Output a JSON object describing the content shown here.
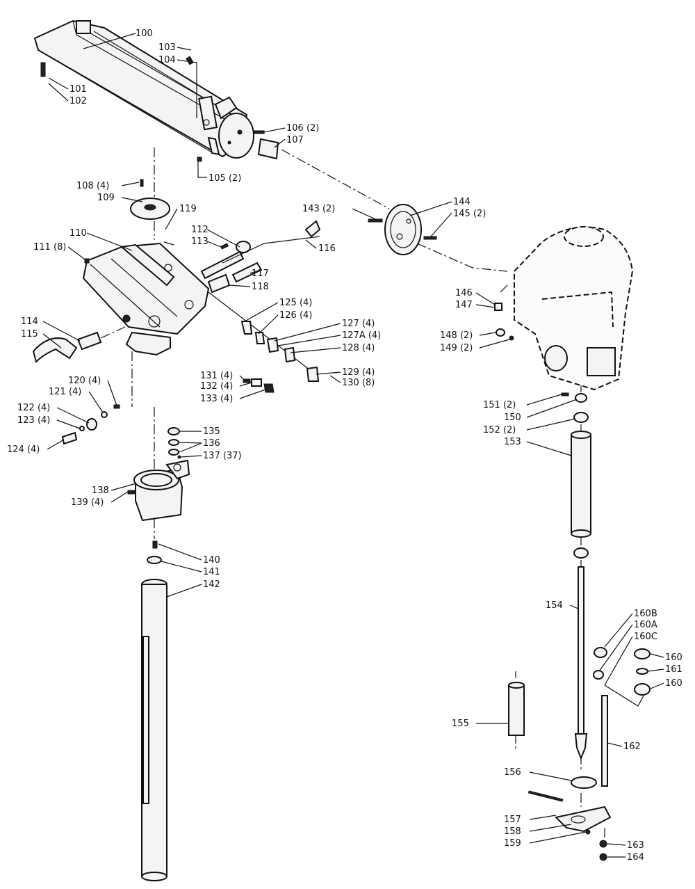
{
  "diagram": {
    "type": "exploded-parts-diagram",
    "callouts": [
      {
        "id": "c100",
        "text": "100"
      },
      {
        "id": "c103",
        "text": "103"
      },
      {
        "id": "c104",
        "text": "104"
      },
      {
        "id": "c101",
        "text": "101"
      },
      {
        "id": "c102",
        "text": "102"
      },
      {
        "id": "c106",
        "text": "106 (2)"
      },
      {
        "id": "c107",
        "text": "107"
      },
      {
        "id": "c105",
        "text": "105 (2)"
      },
      {
        "id": "c108",
        "text": "108 (4)"
      },
      {
        "id": "c109",
        "text": "109"
      },
      {
        "id": "c119",
        "text": "119"
      },
      {
        "id": "c110",
        "text": "110"
      },
      {
        "id": "c111",
        "text": "111 (8)"
      },
      {
        "id": "c112",
        "text": "112"
      },
      {
        "id": "c113",
        "text": "113"
      },
      {
        "id": "c116",
        "text": "116"
      },
      {
        "id": "c117",
        "text": "117"
      },
      {
        "id": "c118",
        "text": "118"
      },
      {
        "id": "c143",
        "text": "143 (2)"
      },
      {
        "id": "c144",
        "text": "144"
      },
      {
        "id": "c145",
        "text": "145 (2)"
      },
      {
        "id": "c114",
        "text": "114"
      },
      {
        "id": "c115",
        "text": "115"
      },
      {
        "id": "c125",
        "text": "125 (4)"
      },
      {
        "id": "c126",
        "text": "126 (4)"
      },
      {
        "id": "c127",
        "text": "127 (4)"
      },
      {
        "id": "c127a",
        "text": "127A (4)"
      },
      {
        "id": "c128",
        "text": "128 (4)"
      },
      {
        "id": "c129",
        "text": "129 (4)"
      },
      {
        "id": "c130",
        "text": "130 (8)"
      },
      {
        "id": "c146",
        "text": "146"
      },
      {
        "id": "c147",
        "text": "147"
      },
      {
        "id": "c148",
        "text": "148 (2)"
      },
      {
        "id": "c149",
        "text": "149 (2)"
      },
      {
        "id": "c120",
        "text": "120 (4)"
      },
      {
        "id": "c121",
        "text": "121 (4)"
      },
      {
        "id": "c122",
        "text": "122 (4)"
      },
      {
        "id": "c123",
        "text": "123 (4)"
      },
      {
        "id": "c124",
        "text": "124 (4)"
      },
      {
        "id": "c131",
        "text": "131 (4)"
      },
      {
        "id": "c132",
        "text": "132 (4)"
      },
      {
        "id": "c133",
        "text": "133 (4)"
      },
      {
        "id": "c135",
        "text": "135"
      },
      {
        "id": "c136",
        "text": "136"
      },
      {
        "id": "c137",
        "text": "137 (37)"
      },
      {
        "id": "c138",
        "text": "138"
      },
      {
        "id": "c139",
        "text": "139 (4)"
      },
      {
        "id": "c140",
        "text": "140"
      },
      {
        "id": "c141",
        "text": "141"
      },
      {
        "id": "c142",
        "text": "142"
      },
      {
        "id": "c151",
        "text": "151 (2)"
      },
      {
        "id": "c150",
        "text": "150"
      },
      {
        "id": "c152",
        "text": "152 (2)"
      },
      {
        "id": "c153",
        "text": "153"
      },
      {
        "id": "c154",
        "text": "154"
      },
      {
        "id": "c160b",
        "text": "160B"
      },
      {
        "id": "c160a",
        "text": "160A"
      },
      {
        "id": "c160c",
        "text": "160C"
      },
      {
        "id": "c160t",
        "text": "160"
      },
      {
        "id": "c161",
        "text": "161"
      },
      {
        "id": "c160u",
        "text": "160"
      },
      {
        "id": "c155",
        "text": "155"
      },
      {
        "id": "c162",
        "text": "162"
      },
      {
        "id": "c156",
        "text": "156"
      },
      {
        "id": "c157",
        "text": "157"
      },
      {
        "id": "c158",
        "text": "158"
      },
      {
        "id": "c159",
        "text": "159"
      },
      {
        "id": "c163",
        "text": "163"
      },
      {
        "id": "c164",
        "text": "164"
      }
    ]
  }
}
